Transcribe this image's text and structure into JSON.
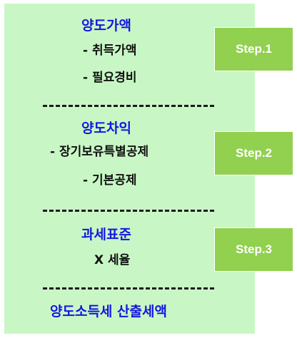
{
  "colors": {
    "panel_bg": "#c8f7c5",
    "heading": "#1515e0",
    "step_bg": "#92d050",
    "step_text": "#ffffff"
  },
  "sections": [
    {
      "heading": "양도가액",
      "items": [
        "- 취득가액",
        "- 필요경비"
      ],
      "step": "Step.1"
    },
    {
      "heading": "양도차익",
      "items": [
        "- 장기보유특별공제",
        "- 기본공제"
      ],
      "step": "Step.2"
    },
    {
      "heading": "과세표준",
      "items": [
        "X 세율"
      ],
      "step": "Step.3"
    }
  ],
  "result": "양도소득세 산출세액"
}
